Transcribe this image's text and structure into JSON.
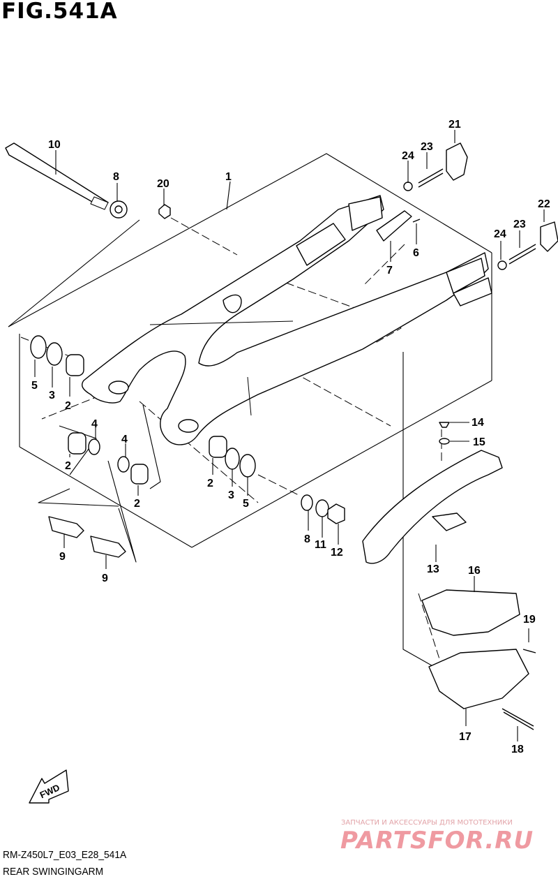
{
  "figure": {
    "title": "FIG.541A",
    "code": "RM-Z450L7_E03_E28_541A",
    "name": "REAR SWINGINGARM"
  },
  "fwd_label": "FWD",
  "watermark": {
    "tagline": "ЗАПЧАСТИ И АКСЕССУАРЫ ДЛЯ МОТОТЕХНИКИ",
    "logo": "PARTSFOR.RU"
  },
  "callouts": [
    {
      "id": "c1",
      "label": "1"
    },
    {
      "id": "c2a",
      "label": "2"
    },
    {
      "id": "c2b",
      "label": "2"
    },
    {
      "id": "c2c",
      "label": "2"
    },
    {
      "id": "c2d",
      "label": "2"
    },
    {
      "id": "c3a",
      "label": "3"
    },
    {
      "id": "c3b",
      "label": "3"
    },
    {
      "id": "c4a",
      "label": "4"
    },
    {
      "id": "c4b",
      "label": "4"
    },
    {
      "id": "c5a",
      "label": "5"
    },
    {
      "id": "c5b",
      "label": "5"
    },
    {
      "id": "c6",
      "label": "6"
    },
    {
      "id": "c7",
      "label": "7"
    },
    {
      "id": "c8a",
      "label": "8"
    },
    {
      "id": "c8b",
      "label": "8"
    },
    {
      "id": "c9a",
      "label": "9"
    },
    {
      "id": "c9b",
      "label": "9"
    },
    {
      "id": "c10",
      "label": "10"
    },
    {
      "id": "c11",
      "label": "11"
    },
    {
      "id": "c12",
      "label": "12"
    },
    {
      "id": "c13",
      "label": "13"
    },
    {
      "id": "c14",
      "label": "14"
    },
    {
      "id": "c15",
      "label": "15"
    },
    {
      "id": "c16",
      "label": "16"
    },
    {
      "id": "c17",
      "label": "17"
    },
    {
      "id": "c18",
      "label": "18"
    },
    {
      "id": "c19",
      "label": "19"
    },
    {
      "id": "c20",
      "label": "20"
    },
    {
      "id": "c21",
      "label": "21"
    },
    {
      "id": "c22",
      "label": "22"
    },
    {
      "id": "c23a",
      "label": "23"
    },
    {
      "id": "c23b",
      "label": "23"
    },
    {
      "id": "c24a",
      "label": "24"
    },
    {
      "id": "c24b",
      "label": "24"
    }
  ]
}
